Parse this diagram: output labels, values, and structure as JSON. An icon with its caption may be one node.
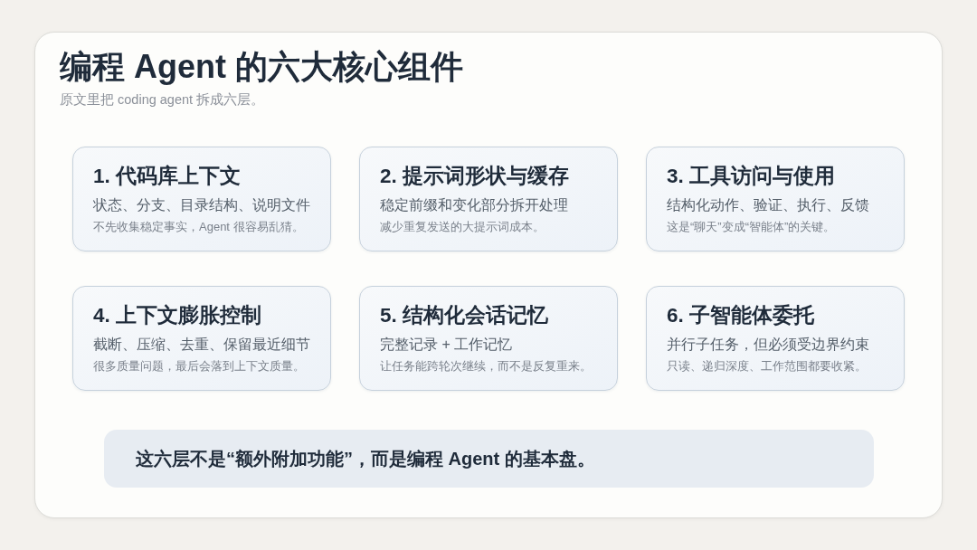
{
  "diagram": {
    "title": "编程 Agent 的六大核心组件",
    "nodes": [
      {
        "text": [
          "1. 代码库上下文",
          "状态、分支、目录结构、说明文件",
          "不先收集稳定事实，Agent 很容易乱猜。"
        ]
      },
      {
        "text": [
          "2. 提示词形状与缓存",
          "稳定前缀和变化部分拆开处理",
          "减少重复发送的大提示词成本。"
        ]
      },
      {
        "text": [
          "3. 工具访问与使用",
          "结构化动作、验证、执行、反馈",
          "这是“聊天”变成“智能体”的关键。"
        ]
      },
      {
        "text": [
          "4. 上下文膨胀控制",
          "截断、压缩、去重、保留最近细节",
          "很多质量问题，最后会落到上下文质量。"
        ]
      },
      {
        "text": [
          "5. 结构化会话记忆",
          "完整记录 + 工作记忆",
          "让任务能跨轮次继续，而不是反复重来。"
        ]
      },
      {
        "text": [
          "6. 子智能体委托",
          "并行子任务，但必须受边界约束",
          "只读、递归深度、工作范围都要收紧。"
        ]
      },
      {
        "text": [
          "这六层不是“额外附加功能”，而是编程 Agent 的基本盘。"
        ]
      }
    ],
    "labels": [
      "原文里把 coding agent 拆成六层。"
    ]
  }
}
